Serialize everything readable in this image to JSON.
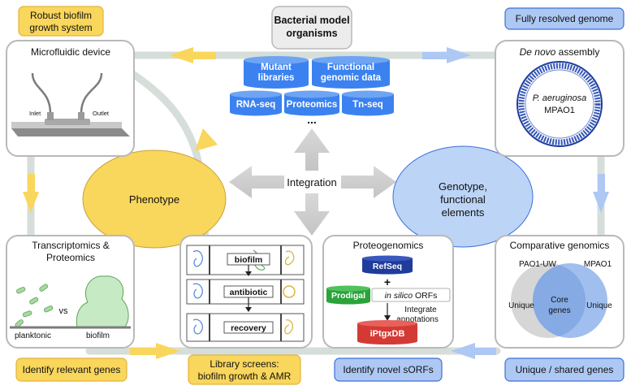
{
  "center": {
    "title": [
      "Bacterial model",
      "organisms"
    ],
    "databases": [
      [
        "Mutant",
        "libraries"
      ],
      [
        "Functional",
        "genomic data"
      ],
      [
        "RNA-seq"
      ],
      [
        "Proteomics"
      ],
      [
        "Tn-seq"
      ]
    ],
    "ellipsis": "...",
    "integration": "Integration"
  },
  "ovals": {
    "phenotype": "Phenotype",
    "genotype": [
      "Genotype,",
      "functional",
      "elements"
    ]
  },
  "labels": {
    "robust": [
      "Robust biofilm",
      "growth system"
    ],
    "resolved": "Fully resolved genome",
    "relevant": "Identify relevant genes",
    "screens": [
      "Library screens:",
      "biofilm growth & AMR"
    ],
    "sorfs": "Identify novel sORFs",
    "unique_shared": "Unique / shared genes"
  },
  "panels": {
    "microfluidic": {
      "title": "Microfluidic device",
      "inlet": "Inlet",
      "outlet": "Outlet"
    },
    "denovo": {
      "title_italic": "De novo",
      "title_rest": " assembly",
      "species": "P. aeruginosa",
      "strain": "MPAO1"
    },
    "transcriptomics": {
      "title": [
        "Transcriptomics &",
        "Proteomics"
      ],
      "vs": "vs",
      "planktonic": "planktonic",
      "biofilm": "biofilm"
    },
    "screens": {
      "steps": [
        "biofilm",
        "antibiotic",
        "recovery"
      ]
    },
    "proteogenomics": {
      "title": "Proteogenomics",
      "refseq": "RefSeq",
      "plus": "+",
      "prodigal": "Prodigal",
      "insilico_italic": "in silico",
      "insilico_rest": " ORFs",
      "integrate": [
        "Integrate",
        "annotations"
      ],
      "db": "iPtgxDB"
    },
    "comparative": {
      "title": "Comparative genomics",
      "left": "PAO1-UW",
      "right": "MPAO1",
      "unique_left": "Unique",
      "unique_right": "Unique",
      "core": [
        "Core",
        "genes"
      ]
    }
  },
  "colors": {
    "yellow": "#F9D65C",
    "yellow_border": "#E4B33A",
    "blue_label": "#AEC8F4",
    "blue_label_border": "#3D6FD8",
    "cylinder": "#3B82F0",
    "oval_blue": "#BCD4F6",
    "panel_border": "#B9B9B9",
    "refseq": "#1F3C9C",
    "prodigal": "#2AA33A",
    "iptgxdb": "#D43A34"
  }
}
